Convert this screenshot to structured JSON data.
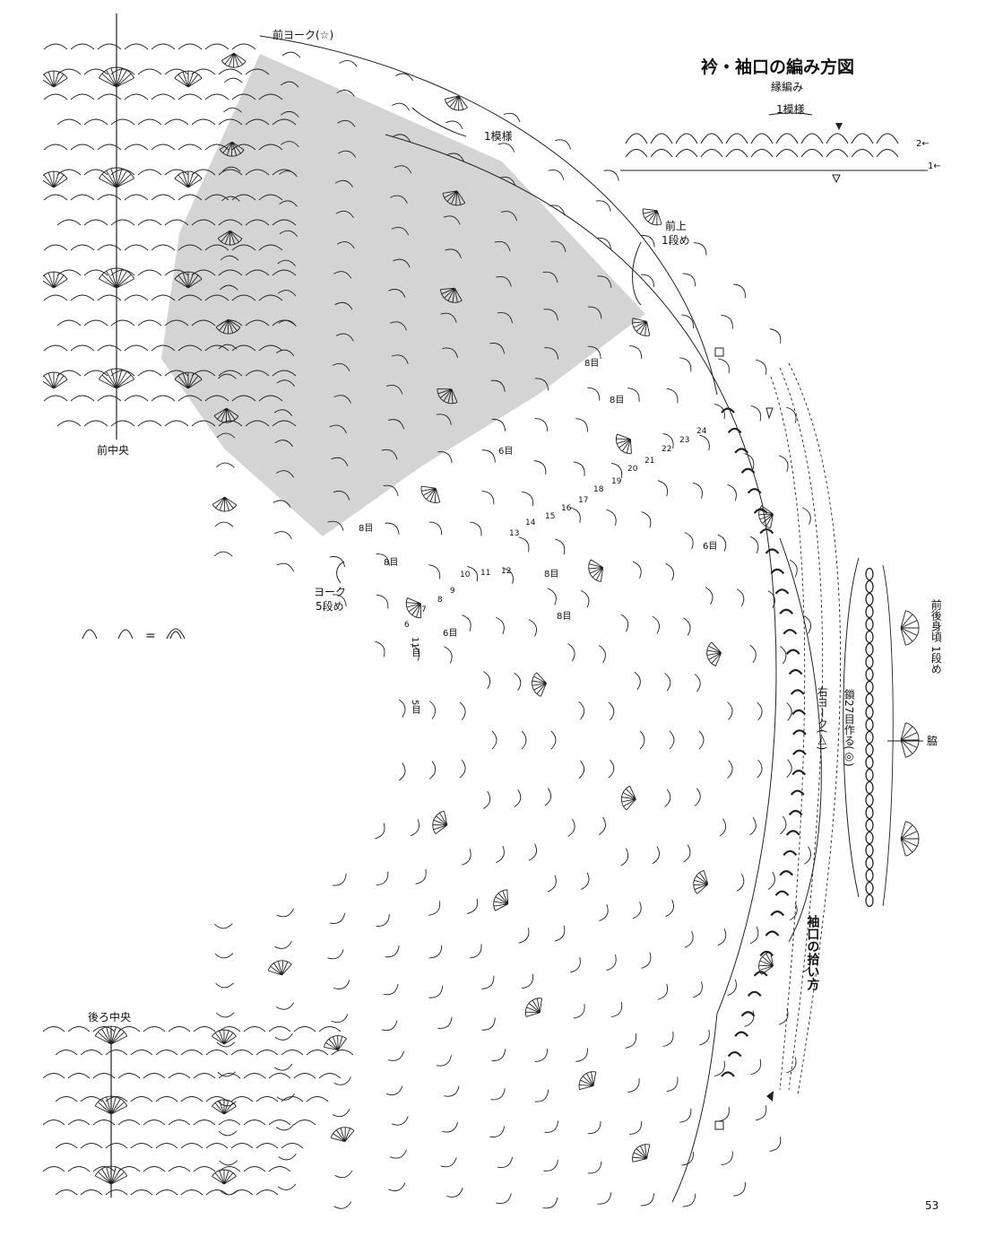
{
  "title": "衿・袖口の編み方図",
  "subtitle": "縁編み",
  "labels": {
    "front_yoke": "前ヨーク(☆)",
    "one_pattern": "1模様",
    "one_pattern_edge": "1模様",
    "front_top": "前上",
    "front_top_row": "1段め",
    "front_center": "前中央",
    "back_center": "後ろ中央",
    "yoke": "ヨーク",
    "yoke_row": "5段め",
    "right_yoke": "右ヨーク(△)",
    "chain_27": "鎖27目作る(◎)",
    "sleeve_pickup": "袖口の拾い方",
    "body_row1": "前後身頃 1段め",
    "side": "脇",
    "row_mark_2": "2←",
    "row_mark_1": "1←",
    "equals": "="
  },
  "stitch_counts": [
    "8目",
    "8目",
    "6目",
    "8目",
    "8目",
    "6目",
    "8目",
    "8目",
    "6目",
    "11目",
    "5目"
  ],
  "numbers": [
    "6",
    "7",
    "8",
    "9",
    "10",
    "11",
    "12",
    "13",
    "14",
    "15",
    "16",
    "17",
    "18",
    "19",
    "20",
    "21",
    "22",
    "23",
    "24"
  ],
  "page_number": "53",
  "colors": {
    "ink": "#222222",
    "shade": "#d4d4d4"
  },
  "icons": [
    "start-triangle-icon",
    "finish-triangle-icon",
    "square-marker-icon"
  ]
}
